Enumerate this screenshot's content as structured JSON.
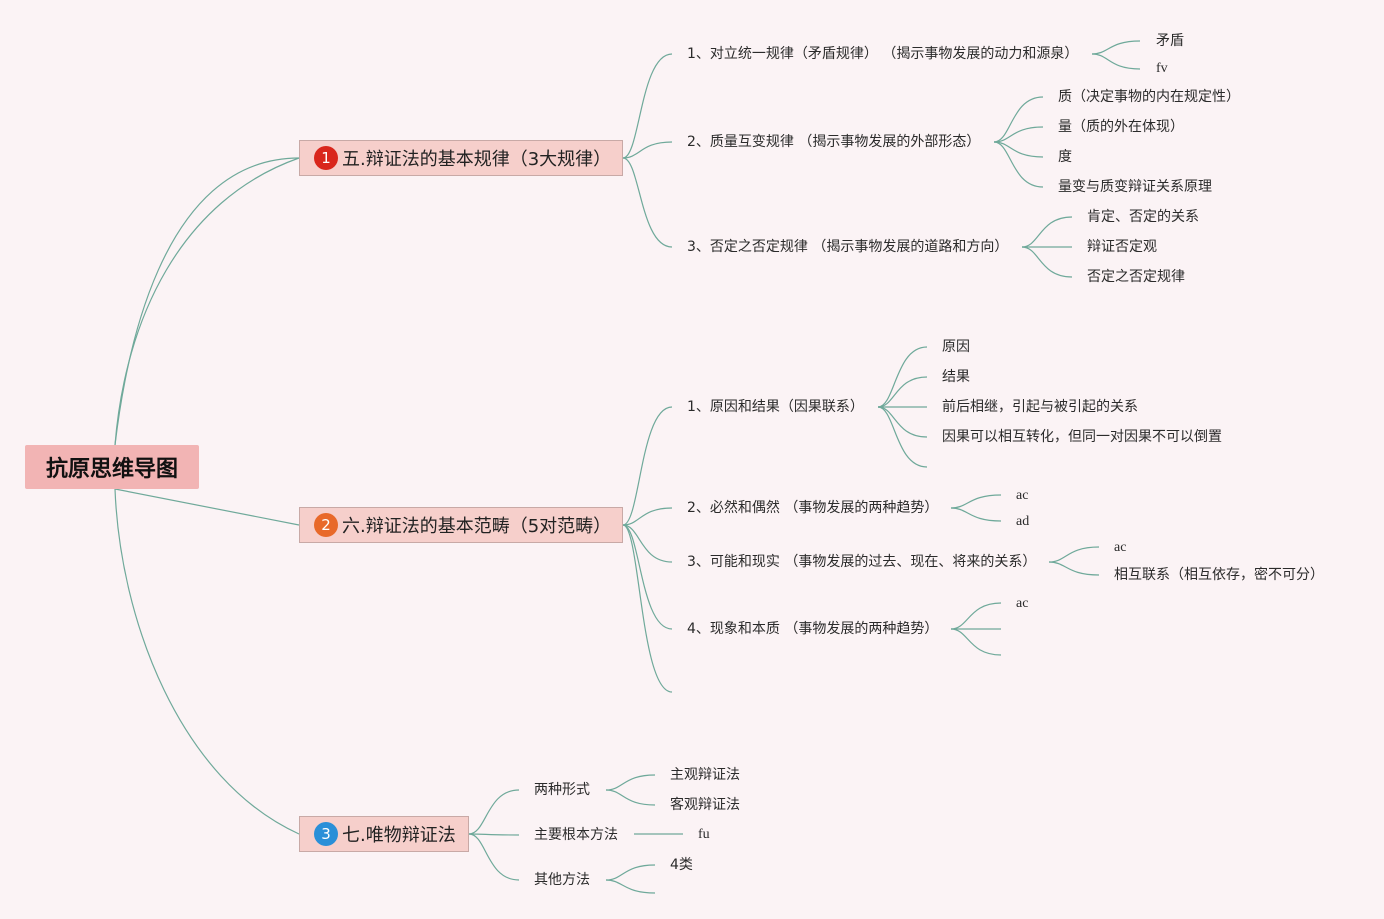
{
  "root": {
    "label": "抗原思维导图"
  },
  "colors": {
    "background": "#fbf3f5",
    "link": "#6fa99a",
    "root_fill": "#f2b4b4",
    "main_fill": "#f6cfcb"
  },
  "branches": [
    {
      "num": "1",
      "badge_color": "#d9261c",
      "label": "五.辩证法的基本规律（3大规律）",
      "children": [
        {
          "label": "1、对立统一规律（矛盾规律）  （揭示事物发展的动力和源泉）",
          "children": [
            "矛盾",
            "fv"
          ]
        },
        {
          "label": "2、质量互变规律  （揭示事物发展的外部形态）",
          "children": [
            "质（决定事物的内在规定性）",
            "量（质的外在体现）",
            "度",
            "量变与质变辩证关系原理"
          ]
        },
        {
          "label": "3、否定之否定规律  （揭示事物发展的道路和方向）",
          "children": [
            "肯定、否定的关系",
            "辩证否定观",
            "否定之否定规律"
          ]
        }
      ]
    },
    {
      "num": "2",
      "badge_color": "#e8692a",
      "label": "六.辩证法的基本范畴（5对范畴）",
      "children": [
        {
          "label": "1、原因和结果（因果联系）",
          "children": [
            "原因",
            "结果",
            "前后相继，引起与被引起的关系",
            "因果可以相互转化，但同一对因果不可以倒置",
            ""
          ]
        },
        {
          "label": "2、必然和偶然  （事物发展的两种趋势）",
          "children": [
            "ac",
            "ad"
          ]
        },
        {
          "label": "3、可能和现实  （事物发展的过去、现在、将来的关系）",
          "children": [
            "ac",
            "相互联系（相互依存，密不可分）"
          ]
        },
        {
          "label": "4、现象和本质  （事物发展的两种趋势）",
          "children": [
            "ac",
            "",
            ""
          ]
        },
        {
          "label": "",
          "children": []
        }
      ]
    },
    {
      "num": "3",
      "badge_color": "#2a8fd8",
      "label": "七.唯物辩证法",
      "children": [
        {
          "label": "两种形式",
          "children": [
            "主观辩证法",
            "客观辩证法"
          ]
        },
        {
          "label": "主要根本方法",
          "children": [
            "fu"
          ]
        },
        {
          "label": "其他方法",
          "children": [
            "4类",
            ""
          ]
        }
      ]
    }
  ]
}
